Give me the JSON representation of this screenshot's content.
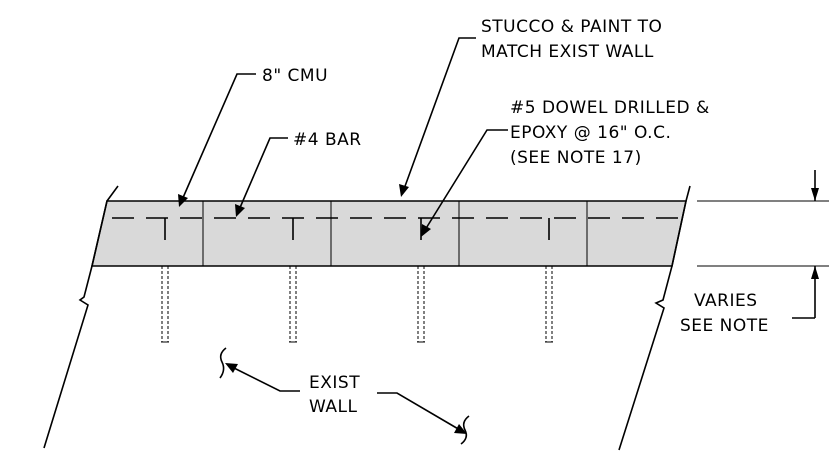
{
  "labels": {
    "stucco_line1": "STUCCO & PAINT TO",
    "stucco_line2": "MATCH EXIST WALL",
    "cmu": "8\" CMU",
    "dowel_line1": "#5 DOWEL DRILLED &",
    "dowel_line2": "EPOXY @ 16\" O.C.",
    "dowel_line3": "(SEE NOTE 17)",
    "bar": "#4 BAR",
    "varies": "VARIES",
    "see_note": "SEE NOTE",
    "exist": "EXIST",
    "wall": "WALL"
  },
  "colors": {
    "cmu_fill": "#d9d9d9",
    "line": "#000000",
    "background": "#ffffff"
  }
}
